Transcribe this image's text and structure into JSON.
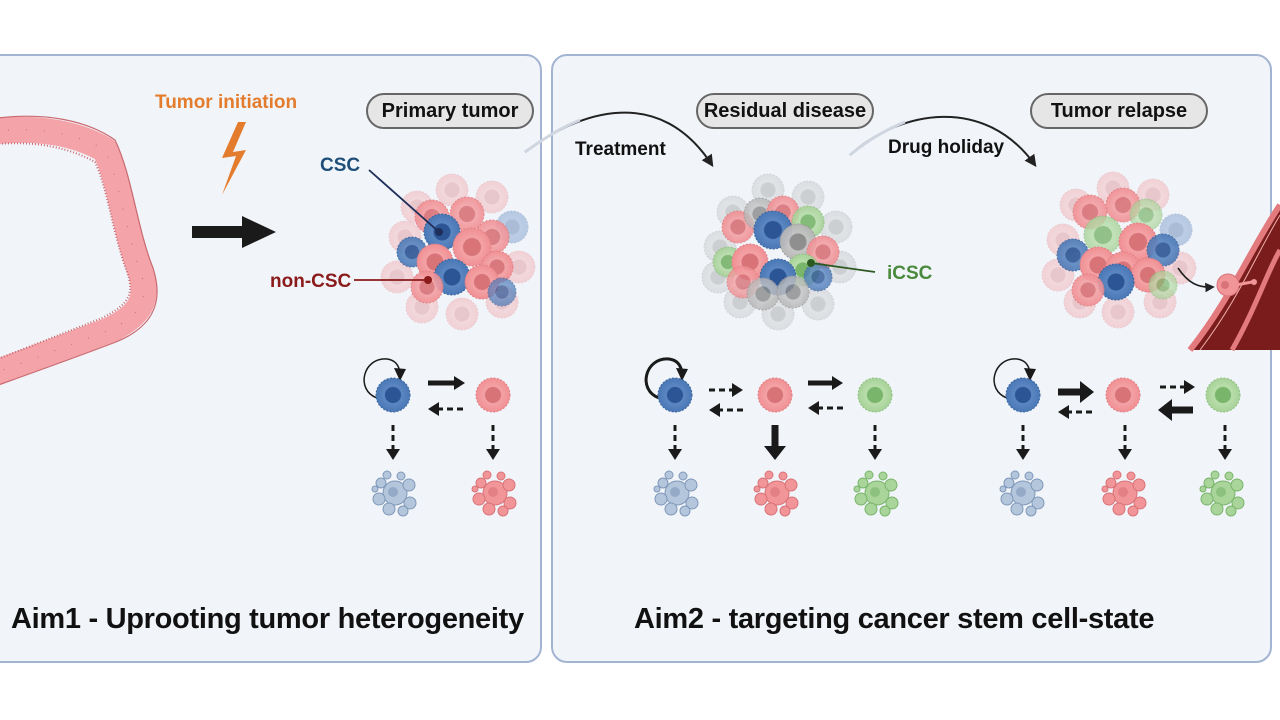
{
  "panels": [
    {
      "id": "aim1",
      "title": "Aim1 - Uprooting tumor heterogeneity",
      "labels": {
        "tumor_initiation": "Tumor initiation",
        "stage": "Primary tumor",
        "csc": "CSC",
        "non_csc": "non-CSC"
      },
      "cell_states": [
        "CSC",
        "non-CSC"
      ],
      "transitions": [
        {
          "from": "CSC",
          "to": "CSC",
          "type": "self-renewal"
        },
        {
          "from": "CSC",
          "to": "non-CSC",
          "style": "solid"
        },
        {
          "from": "non-CSC",
          "to": "CSC",
          "style": "dashed"
        },
        {
          "from": "CSC",
          "to": "death",
          "style": "dashed"
        },
        {
          "from": "non-CSC",
          "to": "death",
          "style": "dashed"
        }
      ]
    },
    {
      "id": "aim2",
      "title": "Aim2 - targeting cancer stem cell-state",
      "labels": {
        "treatment": "Treatment",
        "stage_residual": "Residual disease",
        "icsc": "iCSC",
        "drug_holiday": "Drug holiday",
        "stage_relapse": "Tumor relapse"
      },
      "residual_transitions": [
        {
          "from": "CSC",
          "to": "CSC",
          "type": "self-renewal",
          "weight": "strong"
        },
        {
          "from": "CSC",
          "to": "non-CSC",
          "style": "dashed"
        },
        {
          "from": "non-CSC",
          "to": "CSC",
          "style": "dashed"
        },
        {
          "from": "non-CSC",
          "to": "iCSC",
          "style": "solid"
        },
        {
          "from": "iCSC",
          "to": "non-CSC",
          "style": "dashed"
        },
        {
          "from": "CSC",
          "to": "death",
          "style": "dashed"
        },
        {
          "from": "non-CSC",
          "to": "death",
          "style": "solid-bold"
        },
        {
          "from": "iCSC",
          "to": "death",
          "style": "dashed"
        }
      ],
      "relapse_transitions": [
        {
          "from": "CSC",
          "to": "CSC",
          "type": "self-renewal"
        },
        {
          "from": "CSC",
          "to": "non-CSC",
          "style": "solid-bold"
        },
        {
          "from": "non-CSC",
          "to": "CSC",
          "style": "dashed"
        },
        {
          "from": "non-CSC",
          "to": "iCSC",
          "style": "dashed"
        },
        {
          "from": "iCSC",
          "to": "non-CSC",
          "style": "solid-bold"
        },
        {
          "from": "CSC",
          "to": "death",
          "style": "dashed"
        },
        {
          "from": "non-CSC",
          "to": "death",
          "style": "dashed"
        },
        {
          "from": "iCSC",
          "to": "death",
          "style": "dashed"
        }
      ]
    }
  ],
  "colors": {
    "panel_bg": "#f1f5fa",
    "panel_border": "#a3b4d3",
    "csc": "#4a78b5",
    "non_csc": "#f29598",
    "icsc": "#a9d49a",
    "initiation": "#e47c2d",
    "csc_label": "#1f4e79",
    "non_csc_label": "#8b1a1a",
    "icsc_label": "#4a8a3c",
    "vessel": "#7a1c1c"
  }
}
